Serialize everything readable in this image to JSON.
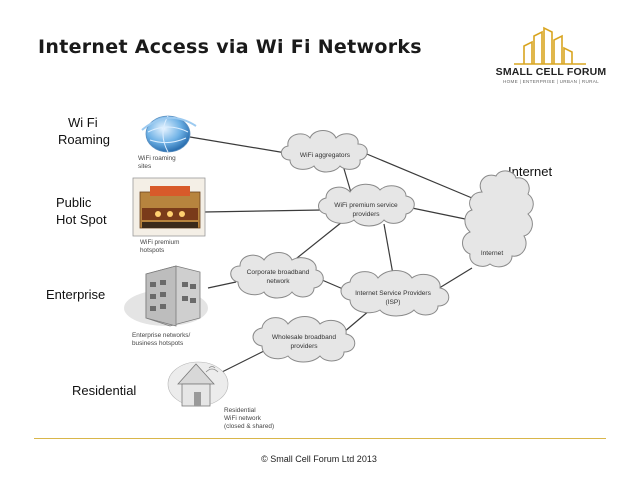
{
  "slide": {
    "title": "Internet Access via Wi Fi Networks",
    "footer": "© Small Cell Forum Ltd 2013"
  },
  "logo": {
    "name": "SMALL CELL FORUM",
    "tagline": "HOME | ENTERPRISE | URBAN | RURAL",
    "accent": "#d9a520"
  },
  "labels": {
    "wifi_roaming": "Wi Fi Roaming",
    "wifi_roaming_l1": "Wi Fi",
    "wifi_roaming_l2": "Roaming",
    "public_l1": "Public",
    "public_l2": "Hot Spot",
    "enterprise": "Enterprise",
    "residential": "Residential",
    "internet": "Internet"
  },
  "nodes": {
    "wifi_aggregators": "WiFi aggregators",
    "premium_l1": "WiFi premium service",
    "premium_l2": "providers",
    "corporate_l1": "Corporate broadband",
    "corporate_l2": "network",
    "isp_l1": "Internet Service Providers",
    "isp_l2": "(ISP)",
    "wholesale_l1": "Wholesale broadband",
    "wholesale_l2": "providers",
    "internet_cloud": "Internet"
  },
  "captions": {
    "roaming_l1": "WiFi roaming",
    "roaming_l2": "sites",
    "hotspot_l1": "WiFi premium",
    "hotspot_l2": "hotspots",
    "enterprise_l1": "Enterprise networks/",
    "enterprise_l2": "business hotspots",
    "residential_l1": "Residential",
    "residential_l2": "WiFi network",
    "residential_l3": "(closed & shared)"
  },
  "colors": {
    "cloud_fill": "#e6e6e6",
    "cloud_stroke": "#8a8a8a",
    "line": "#3b3b3b",
    "footer_rule": "#d9b64a"
  }
}
